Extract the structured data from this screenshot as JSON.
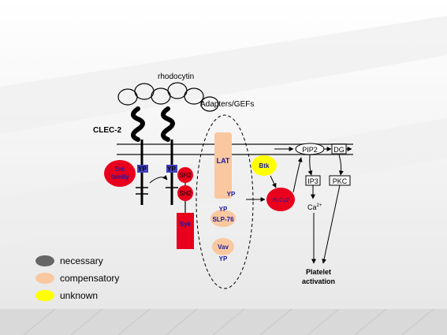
{
  "diagram": {
    "ligand": "rhodocytin",
    "receptor": "CLEC-2",
    "adapters_title": "Adapters/GEFs",
    "src_line1": "Src",
    "src_line2": "family",
    "yp": "YP",
    "sh2": "SH2",
    "syk": "Syk",
    "lat": "LAT",
    "slp76": "SLP-76",
    "vav": "Vav",
    "btk": "Btk",
    "plcg2": "PLCγ2",
    "pip2": "PIP2",
    "dg": "DG",
    "ip3": "IP3",
    "pkc": "PKC",
    "ca": "Ca",
    "ca_sup": "2+",
    "platelet": "Platelet",
    "activation": "activation"
  },
  "legend": {
    "items": [
      {
        "label": "necessary",
        "color": "#666666"
      },
      {
        "label": "compensatory",
        "color": "#f9c8a0"
      },
      {
        "label": "unknown",
        "color": "#ffff00"
      }
    ]
  },
  "colors": {
    "red": "#e8001c",
    "peach": "#f9c8a0",
    "blue_text": "#1a1aa0",
    "black": "#000000"
  }
}
